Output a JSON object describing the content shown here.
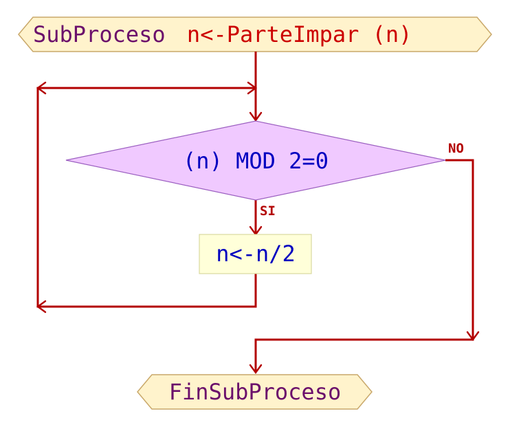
{
  "header": {
    "keyword": "SubProceso",
    "signature": "n<-ParteImpar (n)"
  },
  "condition": {
    "text": "(n) MOD 2=0",
    "yes_label": "SI",
    "no_label": "NO"
  },
  "step": {
    "text": "n<-n/2"
  },
  "footer": {
    "text": "FinSubProceso"
  },
  "colors": {
    "terminal_fill": "#fff3cc",
    "terminal_stroke": "#c9a86a",
    "keyword": "#6b0f6b",
    "signature": "#cc0000",
    "decision_fill": "#f0c9ff",
    "decision_stroke": "#9b5fc0",
    "process_fill": "#ffffd9",
    "process_stroke": "#d8d8a0",
    "code_text": "#0000c0",
    "edge": "#b30000"
  }
}
